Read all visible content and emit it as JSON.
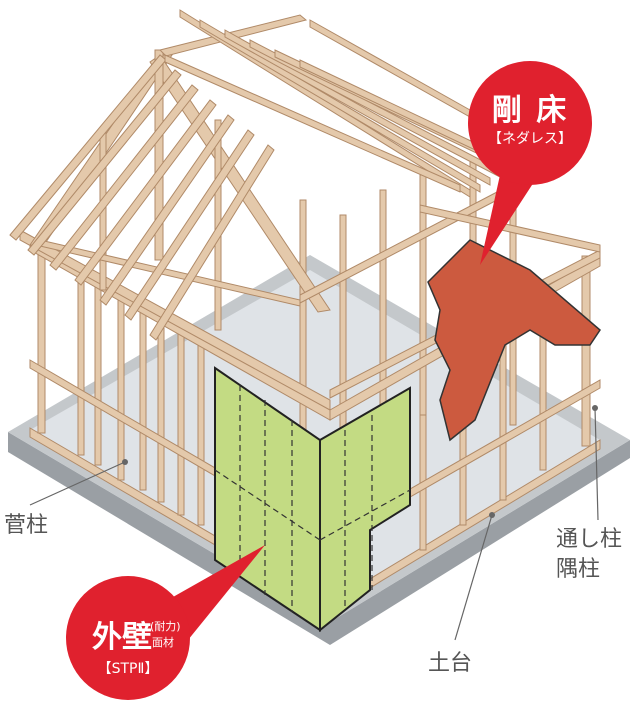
{
  "colors": {
    "timber": "#e4c9ab",
    "timber_edge": "#b08a68",
    "rafter": "#e8d2b6",
    "base": "#9a9fa4",
    "base_top": "#c4c8cb",
    "shadow_floor": "#dfe3e7",
    "wall_panel": "#c3db83",
    "floor_panel": "#cc5a3f",
    "badge_red": "#e0212e",
    "leader": "#666666",
    "label_text": "#555555"
  },
  "callouts": {
    "floor": {
      "title": "剛 床",
      "subtitle": "【ネダレス】"
    },
    "wall": {
      "title": "外壁",
      "note_top": "(耐力)",
      "note_bottom": "面材",
      "subtitle": "【STPⅡ】"
    }
  },
  "labels": {
    "kudabashira": "菅柱",
    "toshibashira": "通し柱",
    "sumibashira": "隅柱",
    "dodai": "土台"
  }
}
